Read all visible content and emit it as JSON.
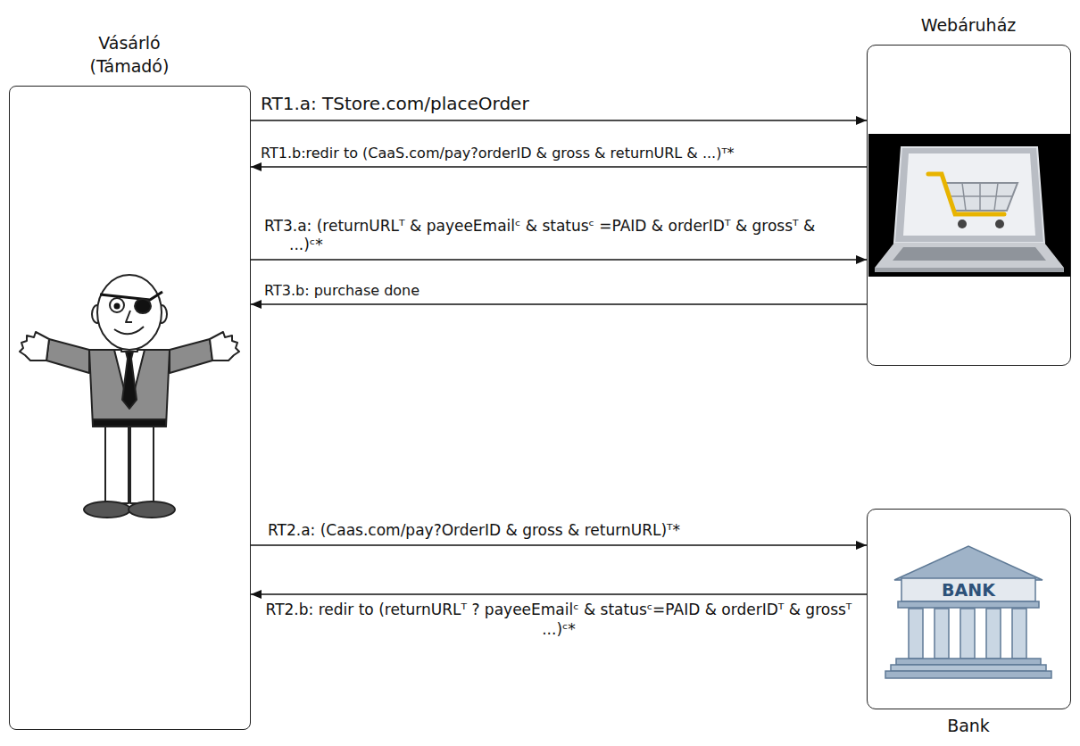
{
  "diagram": {
    "nodes": [
      {
        "text": [
          "Vásárló (Támadó)"
        ]
      },
      {
        "text": [
          "Webáruház"
        ]
      },
      {
        "text": [
          "Bank"
        ]
      }
    ],
    "edges": [
      {
        "from": 0,
        "to": 1,
        "arrow": "to",
        "label": "RT1.a: TStore.com/placeOrder"
      },
      {
        "from": 1,
        "to": 0,
        "arrow": "to",
        "label": "RT1.b:redir to (CaaS.com/pay?orderID & gross & returnURL & ...)ᵀ*"
      },
      {
        "from": 0,
        "to": 1,
        "arrow": "to",
        "label": "RT3.a: (returnURLᵀ & payeeEmailᶜ & statusᶜ =PAID & orderIDᵀ & grossᵀ & ...)ᶜ*"
      },
      {
        "from": 1,
        "to": 0,
        "arrow": "to",
        "label": "RT3.b: purchase done"
      },
      {
        "from": 0,
        "to": 2,
        "arrow": "to",
        "label": "RT2.a: (Caas.com/pay?OrderID & gross & returnURL)ᵀ*"
      },
      {
        "from": 2,
        "to": 0,
        "arrow": "to",
        "label": "RT2.b: redir to (returnURLᵀ ? payeeEmailᶜ & statusᶜ=PAID & orderIDᵀ & grossᵀ ...)ᶜ*"
      }
    ],
    "labels": [
      "BANK"
    ]
  }
}
